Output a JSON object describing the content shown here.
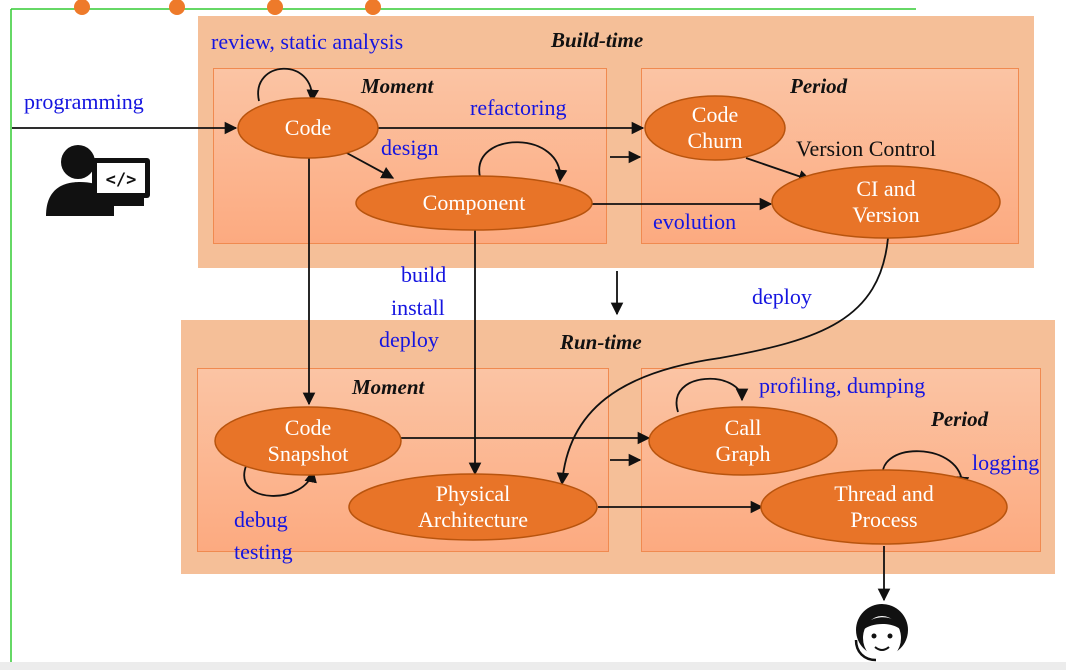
{
  "colors": {
    "node_fill": "#e87428",
    "node_stroke": "#b8540e",
    "outer_panel": "#f5bf98",
    "inner_panel": "#fbb690",
    "label_blue": "#1515e0",
    "frame_green": "#33cc33",
    "dot_orange": "#ee7a2a"
  },
  "icons": [
    "developer-icon",
    "code-tag-icon",
    "user-support-icon"
  ],
  "build_time": {
    "title": "Build-time",
    "moment": {
      "title": "Moment"
    },
    "period": {
      "title": "Period"
    }
  },
  "run_time": {
    "title": "Run-time",
    "moment": {
      "title": "Moment"
    },
    "period": {
      "title": "Period"
    }
  },
  "nodes": {
    "code": "Code",
    "component": "Component",
    "code_churn": [
      "Code",
      "Churn"
    ],
    "ci_version": [
      "CI and",
      "Version"
    ],
    "code_snapshot": [
      "Code",
      "Snapshot"
    ],
    "physical_architecture": [
      "Physical",
      "Architecture"
    ],
    "call_graph": [
      "Call",
      "Graph"
    ],
    "thread_process": [
      "Thread and",
      "Process"
    ]
  },
  "labels": {
    "review": "review, static analysis",
    "programming": "programming",
    "refactoring": "refactoring",
    "design": "design",
    "version_control": "Version Control",
    "evolution": "evolution",
    "build": "build",
    "install": "install",
    "deploy_left": "deploy",
    "deploy_right": "deploy",
    "profiling": "profiling, dumping",
    "logging": "logging",
    "debug": "debug",
    "testing": "testing"
  }
}
